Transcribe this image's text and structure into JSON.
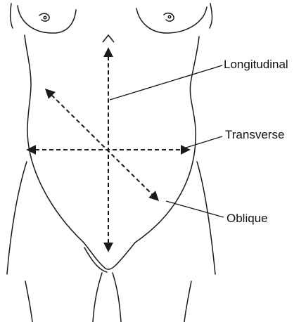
{
  "diagram": {
    "labels": {
      "longitudinal": "Longitudinal",
      "transverse": "Transverse",
      "oblique": "Oblique"
    },
    "stroke_color": "#1a1a1a",
    "background": "#ffffff"
  }
}
